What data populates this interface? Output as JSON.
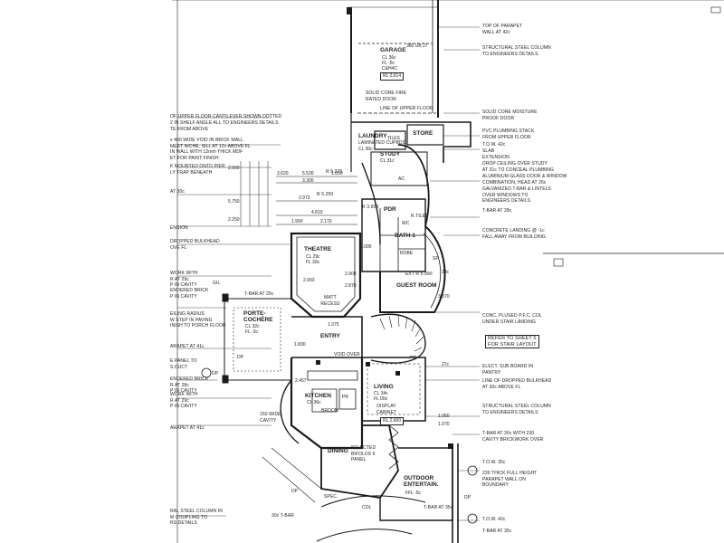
{
  "rooms": {
    "garage": {
      "name": "GARAGE",
      "cl": "CL 36c",
      "fl": "FL -5c",
      "extra": "C&H4C",
      "rl": "RL 2.614"
    },
    "laundry": {
      "name": "LAUNDRY",
      "sub": "LAMINATED CUPBDS",
      "cl": "CL 30c"
    },
    "tiles_laundry": "TILES",
    "store": "STORE",
    "study": {
      "name": "STUDY",
      "cl": "CL 31c"
    },
    "theatre": {
      "name": "THEATRE",
      "cl": "CL 29c",
      "fl": "FL 30c"
    },
    "bath": "BATH 1",
    "pdr": "PDR",
    "robe": "ROBE",
    "guest": "GUEST ROOM",
    "porte": "PORTE-\nCOCHÈRE",
    "porte_cl": "CL 32c",
    "porte_fl": "FL -3c",
    "matt": "MATT RECESS",
    "entry": "ENTRY",
    "kitchen": {
      "name": "KITCHEN",
      "cl": "CL 36c"
    },
    "living": {
      "name": "LIVING",
      "cl": "CL 34c",
      "fl": "FL 00c"
    },
    "dining": "DINING",
    "outdoor": {
      "name": "OUTDOOR ENTERTAIN.",
      "fl": "FFL -5c"
    },
    "broom": "BROOM",
    "void": "VOID OVER",
    "display": "DISPLAY CABINET",
    "rl_living": "RL 2.600",
    "bifolds": "SELECTED BIFOLDS 6 PANEL",
    "wide_cavity": "150 WIDE CAVITY"
  },
  "right_notes": [
    "TOP OF PARAPET\nWALL AT 42c",
    "STRUCTURAL STEEL COLUMN\nTO ENGINEERS DETAILS",
    "SOLID CORE MOISTURE\nPROOF DOOR",
    "PVC PLUMBING STACK\nFROM UPPER FLOOR",
    "T.O.W. 42c",
    "SLAB\nEXTENSION",
    "DROP CEILING OVER STUDY\nAT 31c TO CONCEAL PLUMBING",
    "ALUMINIUM GLASS DOOR & WINDOW\nCOMBINATION, HEAD AT 26c",
    "GALVANIZED T-BAR & LINTELS\nOVER WINDOWS TO\nENGINEERS DETAILS",
    "T-BAR AT 28c",
    "CONCRETE LANDING @ -1c\nFALL AWAY FROM BUILDING",
    "CONC. PLUSED P.F.C. COL\nUNDER STAIR LANDING",
    "ELECT. SUB BOARD IN\nPANTRY",
    "LINE OF DROPPED BULKHEAD\nAT 30c ABOVE FL",
    "STRUCTURAL STEEL COLUMN\nTO ENGINEERS DETAILS",
    "T-BAR AT 30c WITH 230\nCAVITY BRICKWORK OVER",
    "T.O.W. 35c",
    "230 THICK FULL HEIGHT\nPARAPET WALL ON\nBOUNDARY",
    "T.O.W. 42c",
    "T-BAR AT 35c"
  ],
  "refer_box": "REFER TO SHEET 6\nFOR STAIR LAYOUT",
  "left_notes": [
    "OF UPPER FLOOR CANTILEVER SHOWN DOTTED\n2 IN SHELF ANGLE ALL TO ENGINEERS DETAILS",
    "TE FROM ABOVE",
    "x 400 WIDE VOID IN BRICK WALL\nMEET NICHE. SILL AT 12c ABOVE FL\nIN WALL WITH 12mm THICK MDF\nET FOR PAINT FINISH.",
    "K MOUNTED ONTO PIER\nLY TRAP BENEATH",
    "AT 30c",
    "ENSION",
    "DROPPED BULKHEAD\nOVE FL",
    "WORK WITH\nR AT 29c\nP IN CAVITY",
    "ENDERED BRICK\nP IN CAVITY",
    "EILING RADIUS\nW STEP IN PAVING\nINISH TO PORCH FLOOR",
    "ARAPET AT 41c",
    "E PANEL TO\nS DUCT",
    "ENDERED BRICK\nR AT 28c\nP IN CAVITY",
    "WORK WITH\nR AT 29c\nP IN CAVITY",
    "ARAPET AT 41c",
    "RAL STEEL COLUMN IN\nM COUPLING TO\nRS DETAILS"
  ],
  "inner_labels": {
    "solid_core": "SOLID CORE FIRE\nRATED DOOR",
    "upper_floor": "LINE OF UPPER FLOOR",
    "tbar_left": "T-BAR AT 29c",
    "tbar_30": "30c T-BAR",
    "col": "COL",
    "spec": "SPEC.",
    "ext_r": "EXT R 5.990",
    "r3600": "R 3.600",
    "r5250": "R 5.250",
    "r5375": "R 5.375",
    "gil": "GIL",
    "dp": "DP",
    "sp": "SP",
    "pr": "PR",
    "r_tiles": "R.TILES",
    "ac": "AC",
    "wc": "WC",
    "tbar_dims": "T-BAR AT 35c"
  },
  "dims": [
    "380 UB 27",
    "3.620",
    "5.530",
    "3.300",
    "1.050",
    "2.973",
    "4.810",
    "1.900",
    "2.170",
    "2.993",
    "2.900",
    "2.870",
    "1.375",
    "1.830",
    "2.457",
    "1.050",
    "1.070",
    "2.000",
    "3.370",
    "1.095",
    "5.750",
    "2.250",
    "28c",
    "27c"
  ]
}
